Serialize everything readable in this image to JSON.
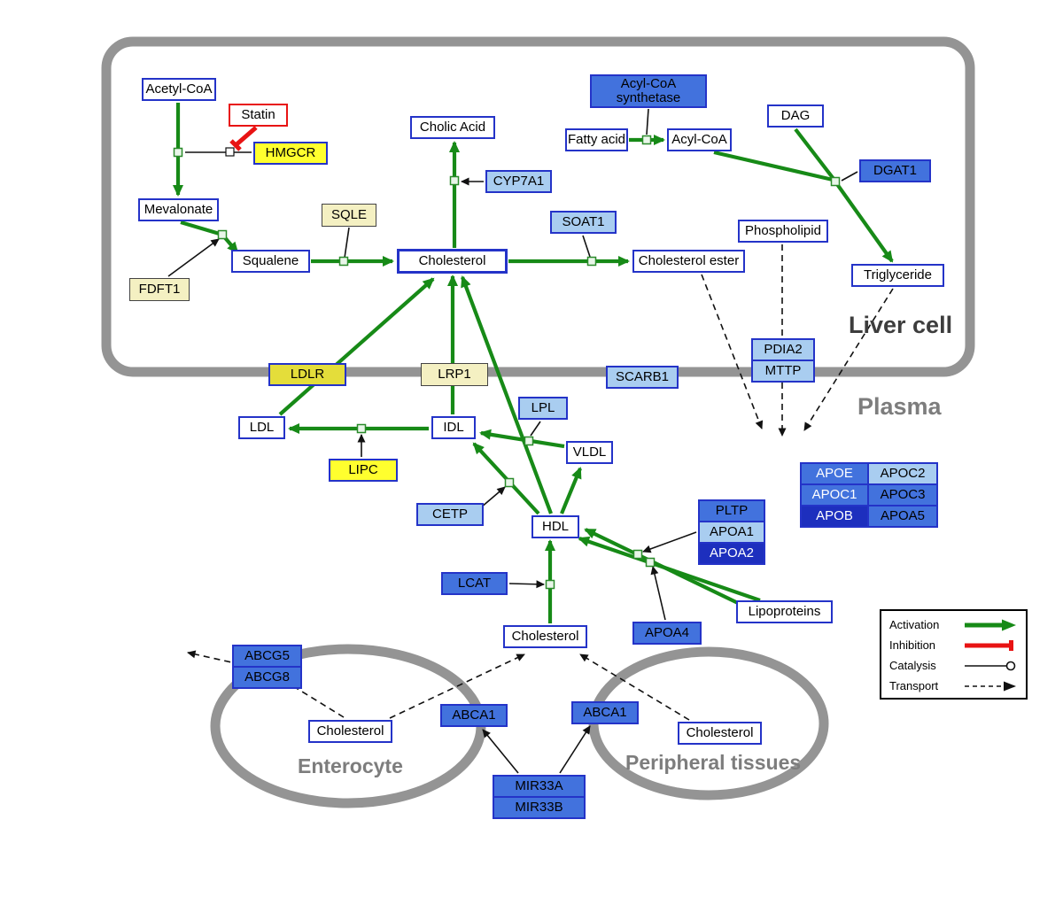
{
  "regions": {
    "liver": "Liver cell",
    "plasma": "Plasma",
    "enterocyte": "Enterocyte",
    "peripheral": "Peripheral tissues"
  },
  "nodes": {
    "acetyl_coa": "Acetyl-CoA",
    "statin": "Statin",
    "hmgcr": "HMGCR",
    "mevalonate": "Mevalonate",
    "sqle": "SQLE",
    "squalene": "Squalene",
    "fdft1": "FDFT1",
    "cholic_acid": "Cholic Acid",
    "cyp7a1": "CYP7A1",
    "cholesterol_liver": "Cholesterol",
    "soat1": "SOAT1",
    "cholesterol_ester": "Cholesterol ester",
    "acyl_coa_synthetase": "Acyl-CoA synthetase",
    "fatty_acid": "Fatty acid",
    "acyl_coa": "Acyl-CoA",
    "dag": "DAG",
    "dgat1": "DGAT1",
    "phospholipid": "Phospholipid",
    "triglyceride": "Triglyceride",
    "ldlr": "LDLR",
    "lrp1": "LRP1",
    "scarb1": "SCARB1",
    "pdia2": "PDIA2",
    "mttp": "MTTP",
    "ldl": "LDL",
    "idl": "IDL",
    "lpl": "LPL",
    "vldl": "VLDL",
    "lipc": "LIPC",
    "cetp": "CETP",
    "hdl": "HDL",
    "pltp": "PLTP",
    "apoa1": "APOA1",
    "apoa2": "APOA2",
    "apoe": "APOE",
    "apoc2": "APOC2",
    "apoc1": "APOC1",
    "apoc3": "APOC3",
    "apob": "APOB",
    "apoa5": "APOA5",
    "lcat": "LCAT",
    "apoa4": "APOA4",
    "lipoproteins": "Lipoproteins",
    "cholesterol_plasma": "Cholesterol",
    "abcg5": "ABCG5",
    "abcg8": "ABCG8",
    "cholesterol_enterocyte": "Cholesterol",
    "abca1_enterocyte": "ABCA1",
    "abca1_peripheral": "ABCA1",
    "cholesterol_peripheral": "Cholesterol",
    "mir33a": "MIR33A",
    "mir33b": "MIR33B"
  },
  "legend": {
    "activation": "Activation",
    "inhibition": "Inhibition",
    "catalysis": "Catalysis",
    "transport": "Transport"
  },
  "colors": {
    "activation_green": "#178a17",
    "inhibition_red": "#e81313",
    "metabolite_border_blue": "#2433c8",
    "gene_yellow": "#ffff2e",
    "gene_pale_yellow": "#f4f0c2",
    "gene_light_blue": "#a9cdf0",
    "gene_blue": "#4272dd",
    "gene_dark_blue": "#1d2fbe",
    "membrane_gray": "#949494"
  }
}
